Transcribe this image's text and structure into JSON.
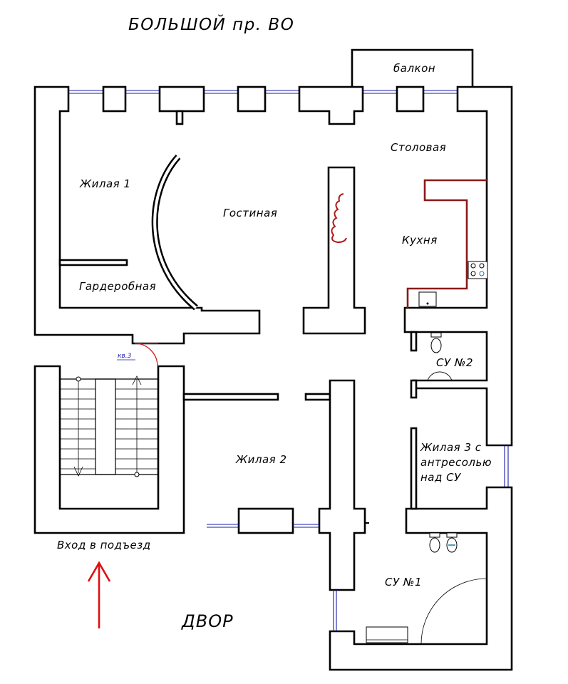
{
  "title": "БОЛЬШОЙ пр. ВО",
  "yard_label": "ДВОР",
  "entrance_label": "Вход в  подъезд",
  "apartment_tag": "кв.3",
  "rooms": {
    "balcony": "балкон",
    "dining": "Столовая",
    "living1": "Жилая  1",
    "living_room": "Гостиная",
    "kitchen": "Кухня",
    "wardrobe": "Гардеробная",
    "bathroom2": "СУ  №2",
    "living3_line1": "Жилая  3  с",
    "living3_line2": "антресолью",
    "living3_line3": "над  СУ",
    "living2": "Жилая  2",
    "bathroom1": "СУ  №1"
  },
  "colors": {
    "walls": "#000000",
    "windows": "#1a1aa8",
    "kitchen_counter": "#8b1a1a",
    "stove_detail": "#1a7a9a",
    "entrance_arrow": "#e01010",
    "door_swing": "#cc2020"
  },
  "icons": [
    "up-arrow-icon",
    "stove-icon",
    "toilet-icon",
    "sink-icon",
    "bathtub-icon",
    "staircase-icon",
    "radiator-icon"
  ]
}
